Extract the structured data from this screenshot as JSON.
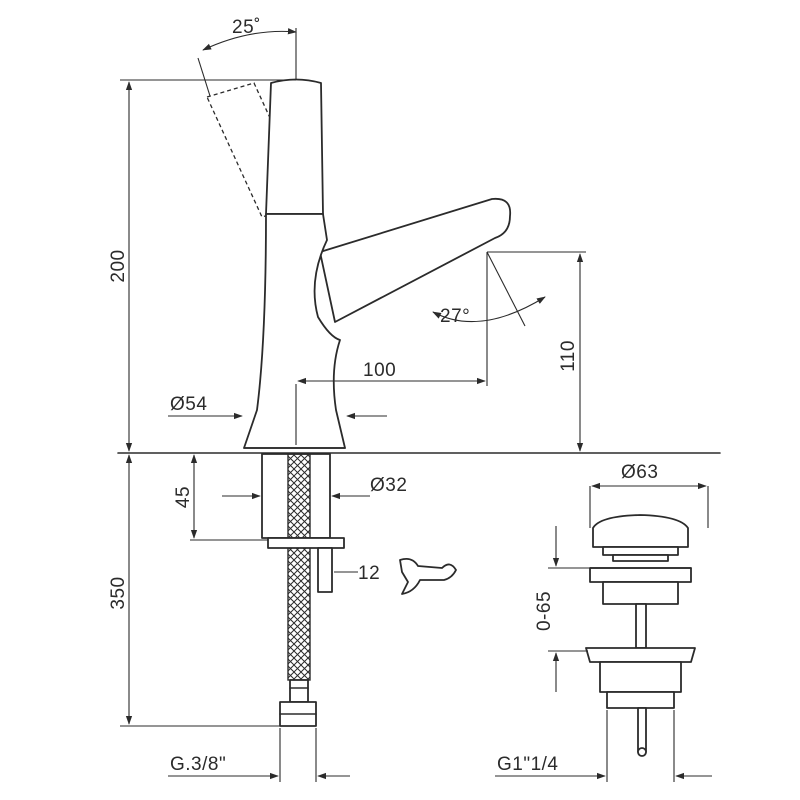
{
  "dimensions": {
    "angle_top": "25˚",
    "height_total": "200",
    "diameter_base": "Ø54",
    "reach": "100",
    "angle_spout": "27°",
    "spout_height": "110",
    "depth": "45",
    "diameter_shank": "Ø32",
    "wrench": "12",
    "hose_length": "350",
    "hose_thread": "G.3/8\"",
    "drain_diameter": "Ø63",
    "drain_range": "0-65",
    "drain_thread": "G1\"1/4"
  }
}
